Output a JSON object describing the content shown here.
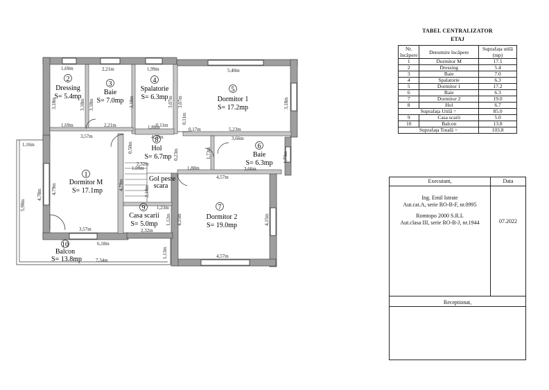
{
  "rooms": [
    {
      "num": "2",
      "name": "Dressing",
      "area": "S= 5.4mp"
    },
    {
      "num": "3",
      "name": "Baie",
      "area": "S= 7.0mp"
    },
    {
      "num": "4",
      "name": "Spalatorie",
      "area": "S= 6.3mp"
    },
    {
      "num": "5",
      "name": "Dormitor 1",
      "area": "S= 17.2mp"
    },
    {
      "num": "8",
      "name": "Hol",
      "area": "S= 6.7mp"
    },
    {
      "num": "6",
      "name": "Baie",
      "area": "S= 6.3mp"
    },
    {
      "num": "1",
      "name": "Dormitor M",
      "area": "S= 17.1mp"
    },
    {
      "num": "7",
      "name": "Dormitor 2",
      "area": "S= 19.0mp"
    },
    {
      "num": "9",
      "name": "Casa scarii",
      "area": "S= 5.0mp"
    },
    {
      "num": "10",
      "name": "Balcon",
      "area": "S= 13.8mp"
    }
  ],
  "stair_label": [
    "Gol peste",
    "scara"
  ],
  "dimensions": [
    "1,69m",
    "2,21m",
    "1,99m",
    "5,40m",
    "3,18m",
    "3,18m",
    "3,18m",
    "3,18m",
    "3,07m",
    "3,07m",
    "3,18m",
    "1,69m",
    "2,21m",
    "1,88m",
    "0,11m",
    "0,11m",
    "4,20m",
    "0,17m",
    "5,23m",
    "3,57m",
    "1,16m",
    "0,50m",
    "3,66m",
    "1,73m",
    "1,73m",
    "3,66m",
    "0,23m",
    "2,32m",
    "1,09m",
    "1,88m",
    "4,57m",
    "4,79m",
    "4,79m",
    "5,90m",
    "2,18m",
    "1,23m",
    "1,12m",
    "4,15m",
    "4,15m",
    "3,57m",
    "2,32m",
    "6,18m",
    "7,34m",
    "1,13m",
    "4,57m",
    "4,78m"
  ],
  "table": {
    "title": "TABEL CENTRALIZATOR",
    "subtitle": "ETAJ",
    "headers": [
      "Nr. încăpere",
      "Denumire încăpere",
      "Suprafața utilă (mp)"
    ],
    "rows": [
      [
        "1",
        "Dormitor M",
        "17.1"
      ],
      [
        "2",
        "Dressing",
        "5.4"
      ],
      [
        "3",
        "Baie",
        "7.0"
      ],
      [
        "4",
        "Spalatorie",
        "6.3"
      ],
      [
        "5",
        "Dormitor 1",
        "17.2"
      ],
      [
        "6",
        "Baie",
        "6.3"
      ],
      [
        "7",
        "Dormitor 2",
        "19.0"
      ],
      [
        "8",
        "Hol",
        "6.7"
      ]
    ],
    "useful_label": "Suprafața Utilă =",
    "useful_value": "85.0",
    "extra_rows": [
      [
        "9",
        "Casa scarii",
        "5.0"
      ],
      [
        "10",
        "Balcon",
        "13.8"
      ]
    ],
    "total_label": "Suprafața Totală =",
    "total_value": "103.8"
  },
  "executant": {
    "header_left": "Executant,",
    "header_right": "Data",
    "line1": "Ing. Emil Istrate",
    "line2": "Aut.cat.A, serie RO-B-F, nr.0995",
    "line3": "Romtopo 2000 S.R.L",
    "line4": "Aut.clasa III, serie RO-B-J, nr.1944",
    "date": "07.2022",
    "receptionat": "Receptionat,"
  }
}
